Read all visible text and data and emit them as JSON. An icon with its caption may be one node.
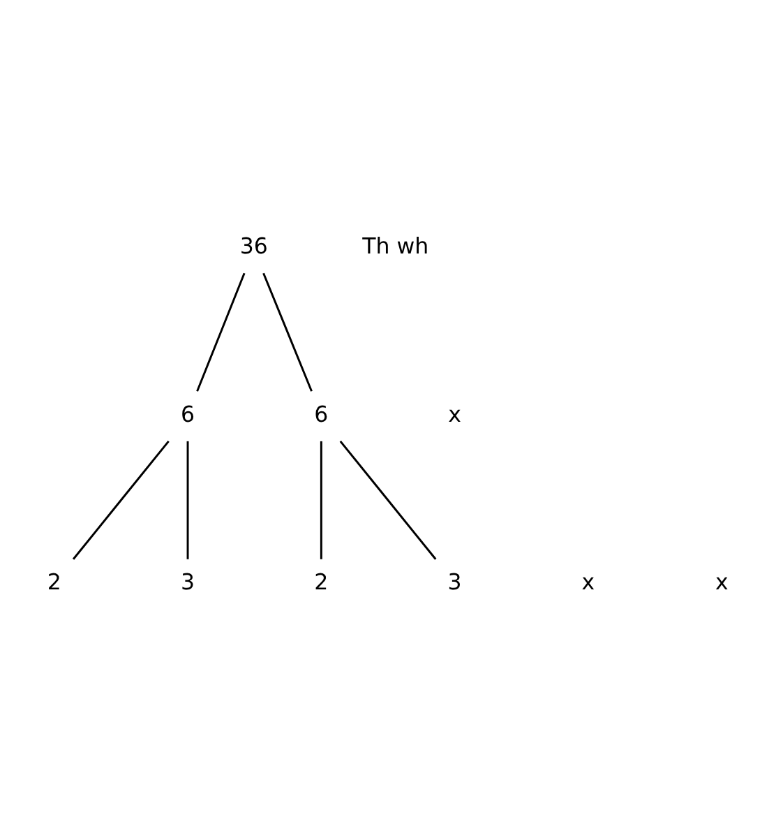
{
  "diagram": {
    "nodes": [
      {
        "text": [
          "36"
        ]
      },
      {
        "text": [
          "6"
        ]
      },
      {
        "text": [
          "6"
        ]
      },
      {
        "text": [
          "2"
        ]
      },
      {
        "text": [
          "3"
        ]
      },
      {
        "text": [
          "2"
        ]
      },
      {
        "text": [
          "3"
        ]
      }
    ],
    "edges": [
      {
        "from": 0,
        "to": 1,
        "arrow": "none"
      },
      {
        "from": 0,
        "to": 2,
        "arrow": "none"
      },
      {
        "from": 1,
        "to": 3,
        "arrow": "none"
      },
      {
        "from": 1,
        "to": 4,
        "arrow": "none"
      },
      {
        "from": 2,
        "to": 5,
        "arrow": "none"
      },
      {
        "from": 2,
        "to": 6,
        "arrow": "none"
      }
    ],
    "labels": [
      "Th wh",
      "x",
      "x",
      "x"
    ]
  }
}
